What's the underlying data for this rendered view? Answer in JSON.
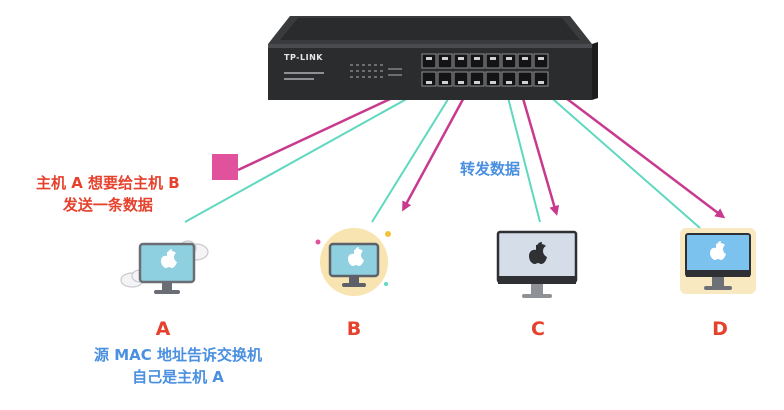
{
  "switch": {
    "brand": "TP-LINK"
  },
  "caption_sender": {
    "line1": "主机 A 想要给主机 B",
    "line2": "发送一条数据"
  },
  "caption_forward": "转发数据",
  "caption_learn": {
    "line1": "源 MAC 地址告诉交换机",
    "line2": "自己是主机 A"
  },
  "hosts": [
    "A",
    "B",
    "C",
    "D"
  ],
  "colors": {
    "magenta": "#c83a8e",
    "cyan": "#5fd8c0",
    "label_red": "#e5412d",
    "label_blue": "#4a8fe0",
    "packet": "#e0529c"
  },
  "icons": [
    "computer-cloud-icon",
    "computer-sun-icon",
    "mac-monitor-icon",
    "mac-monitor-icon",
    "apple-logo-icon"
  ]
}
